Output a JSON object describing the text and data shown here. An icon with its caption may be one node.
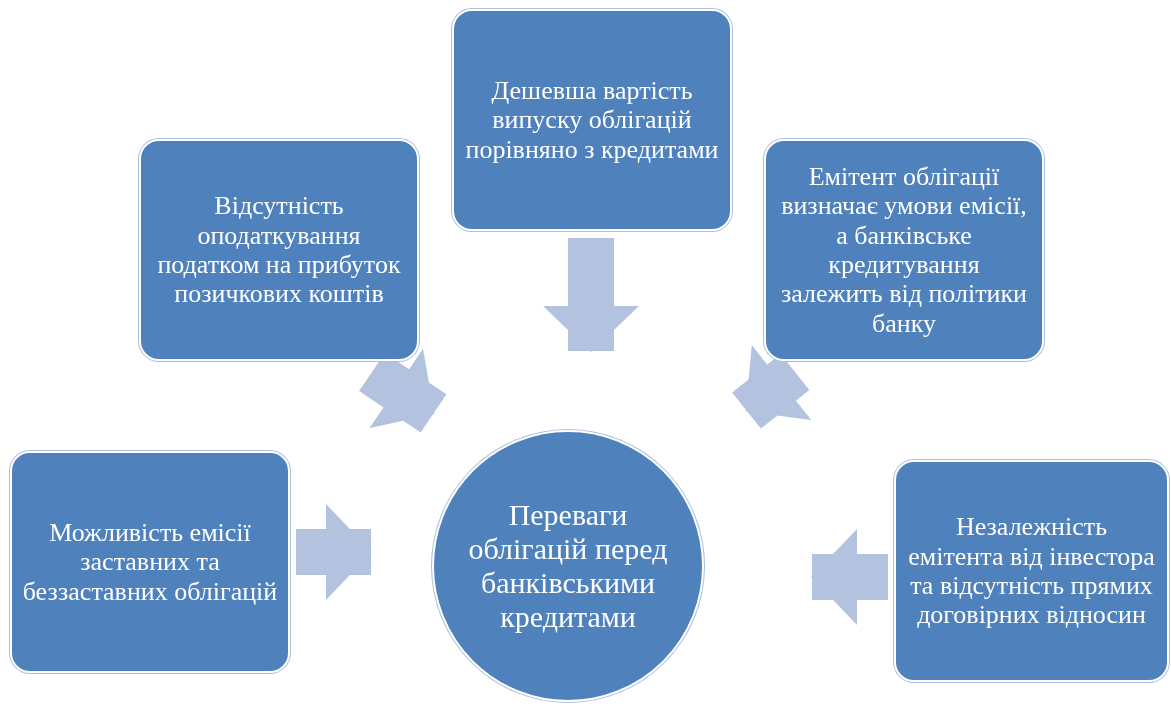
{
  "diagram": {
    "nodes": [
      {
        "text": [
          "Переваги облігацій перед банківськими кредитами"
        ]
      },
      {
        "text": [
          "Відсутність оподаткування податком на прибуток позичкових коштів"
        ]
      },
      {
        "text": [
          "Дешевша вартість випуску облігацій порівняно з кредитами"
        ]
      },
      {
        "text": [
          "Емітент облігації визначає умови емісії, а банківське кредитування залежить від політики банку"
        ]
      },
      {
        "text": [
          "Можливість емісії заставних та беззаставних облігацій"
        ]
      },
      {
        "text": [
          "Незалежність емітента від інвестора та відсутність прямих договірних відносин"
        ]
      }
    ],
    "edges": [
      {
        "from": 1,
        "to": 0,
        "arrow": "to"
      },
      {
        "from": 2,
        "to": 0,
        "arrow": "to"
      },
      {
        "from": 3,
        "to": 0,
        "arrow": "to"
      },
      {
        "from": 4,
        "to": 0,
        "arrow": "to"
      },
      {
        "from": 5,
        "to": 0,
        "arrow": "to"
      }
    ]
  }
}
